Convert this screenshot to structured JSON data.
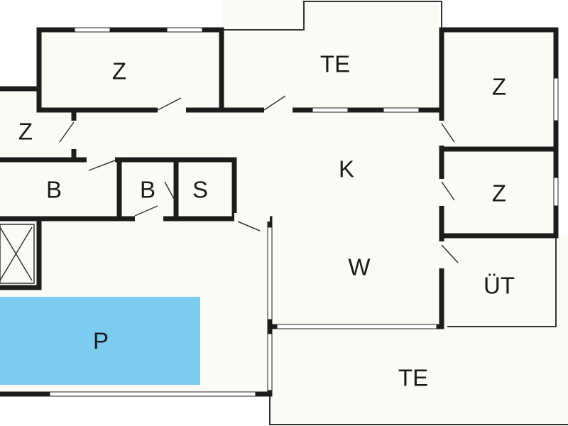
{
  "colors": {
    "wall": "#1c1c1c",
    "floor": "#fbfbf6",
    "pool": "#7cccf2",
    "thin_line": "#333333"
  },
  "rooms": [
    {
      "id": "room-z-top-left",
      "label": "Z"
    },
    {
      "id": "room-te-top",
      "label": "TE"
    },
    {
      "id": "room-z-top-right",
      "label": "Z"
    },
    {
      "id": "room-z-left",
      "label": "Z"
    },
    {
      "id": "room-k",
      "label": "K"
    },
    {
      "id": "room-b-left",
      "label": "B"
    },
    {
      "id": "room-b-small",
      "label": "B"
    },
    {
      "id": "room-s",
      "label": "S"
    },
    {
      "id": "room-z-mid-right",
      "label": "Z"
    },
    {
      "id": "room-w",
      "label": "W"
    },
    {
      "id": "room-ut",
      "label": "ÜT"
    },
    {
      "id": "room-p",
      "label": "P"
    },
    {
      "id": "room-te-bottom",
      "label": "TE"
    }
  ]
}
